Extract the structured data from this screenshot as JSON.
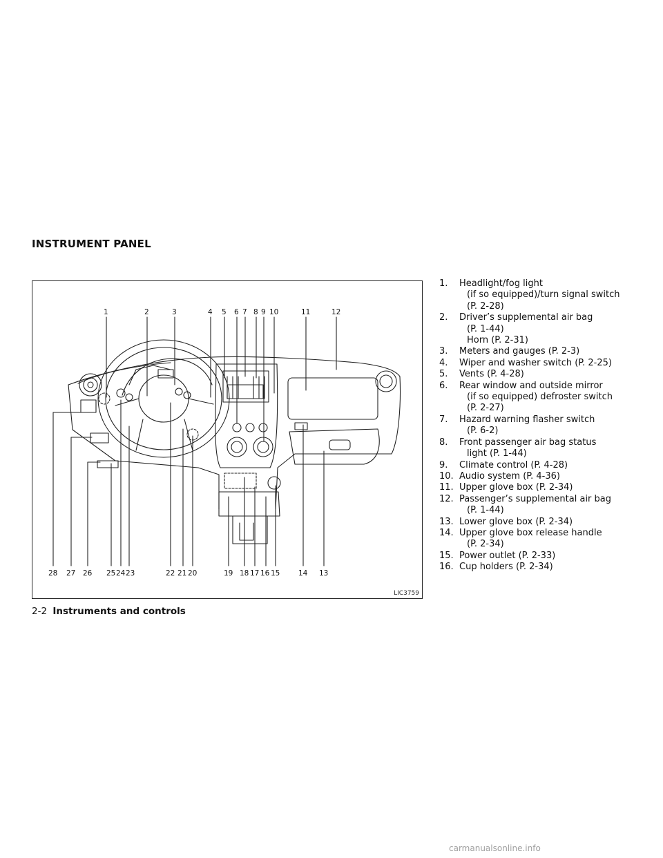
{
  "section_title": "INSTRUMENT PANEL",
  "figure": {
    "code": "LIC3759",
    "top_callouts": [
      "1",
      "2",
      "3",
      "4",
      "5",
      "6",
      "7",
      "8",
      "9",
      "10",
      "11",
      "12"
    ],
    "bottom_callouts": [
      "28",
      "27",
      "26",
      "25",
      "24",
      "23",
      "22",
      "21",
      "20",
      "19",
      "18",
      "17",
      "16",
      "15",
      "14",
      "13"
    ]
  },
  "legend": [
    {
      "num": "1.",
      "lines": [
        "Headlight/fog light",
        "(if so equipped)/turn signal switch",
        "(P. 2-28)"
      ]
    },
    {
      "num": "2.",
      "lines": [
        "Driver’s supplemental air bag",
        "(P. 1-44)",
        "Horn (P. 2-31)"
      ]
    },
    {
      "num": "3.",
      "lines": [
        "Meters and gauges (P. 2-3)"
      ]
    },
    {
      "num": "4.",
      "lines": [
        "Wiper and washer switch (P. 2-25)"
      ]
    },
    {
      "num": "5.",
      "lines": [
        "Vents (P. 4-28)"
      ]
    },
    {
      "num": "6.",
      "lines": [
        "Rear window and outside mirror",
        "(if so equipped) defroster switch",
        "(P. 2-27)"
      ]
    },
    {
      "num": "7.",
      "lines": [
        "Hazard warning flasher switch",
        "(P. 6-2)"
      ]
    },
    {
      "num": "8.",
      "lines": [
        "Front passenger air bag status",
        "light (P. 1-44)"
      ]
    },
    {
      "num": "9.",
      "lines": [
        "Climate control (P. 4-28)"
      ]
    },
    {
      "num": "10.",
      "lines": [
        "Audio system (P. 4-36)"
      ]
    },
    {
      "num": "11.",
      "lines": [
        "Upper glove box (P. 2-34)"
      ]
    },
    {
      "num": "12.",
      "lines": [
        "Passenger’s supplemental air bag",
        "(P. 1-44)"
      ]
    },
    {
      "num": "13.",
      "lines": [
        "Lower glove box (P. 2-34)"
      ]
    },
    {
      "num": "14.",
      "lines": [
        "Upper glove box release handle",
        "(P. 2-34)"
      ]
    },
    {
      "num": "15.",
      "lines": [
        "Power outlet (P. 2-33)"
      ]
    },
    {
      "num": "16.",
      "lines": [
        "Cup holders (P. 2-34)"
      ]
    }
  ],
  "footer": {
    "page_number": "2-2",
    "chapter": "Instruments and controls"
  },
  "watermark": "carmanualsonline.info"
}
